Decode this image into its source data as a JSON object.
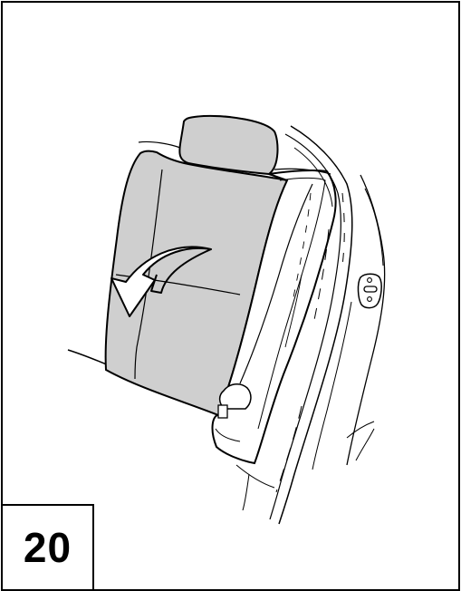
{
  "step": {
    "number": "20"
  },
  "colors": {
    "seat_fill": "#cfcfcf",
    "line": "#000000",
    "background": "#ffffff"
  },
  "icons": {
    "fold_arrow": "curved-arrow-down-left",
    "door_striker": "door-striker-latch"
  }
}
